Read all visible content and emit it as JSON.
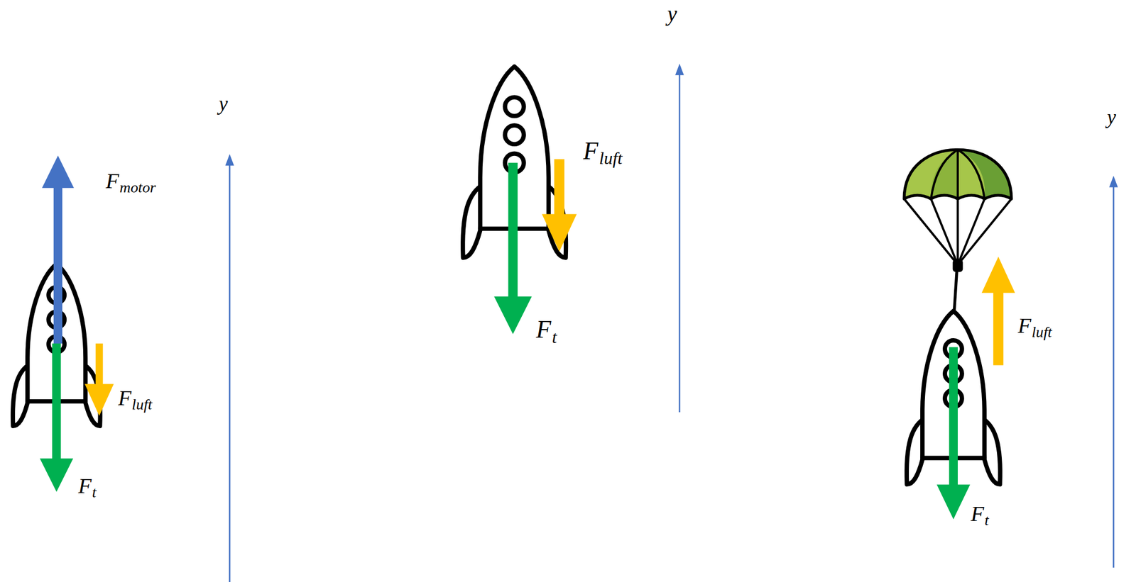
{
  "diagram": {
    "labels": [
      "y",
      "F",
      "motor",
      "F",
      "luft",
      "F",
      "t",
      "y",
      "F",
      "luft",
      "F",
      "t",
      "y",
      "F",
      "luft",
      "F",
      "t"
    ]
  }
}
